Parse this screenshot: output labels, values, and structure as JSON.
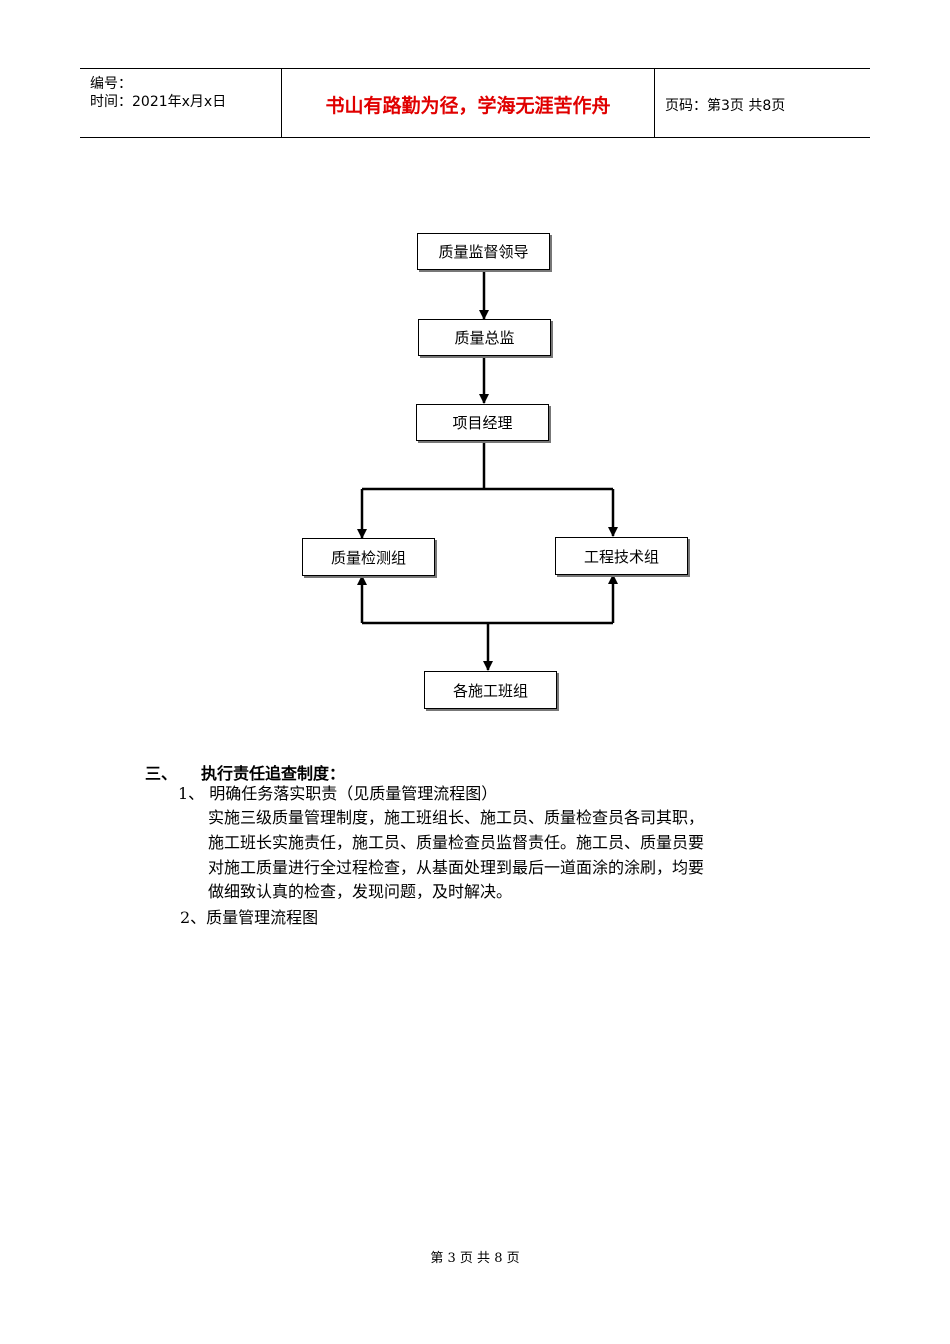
{
  "header": {
    "number_label": "编号：",
    "time_label": "时间：2021年x月x日",
    "motto": "书山有路勤为径，学海无涯苦作舟",
    "page_code": "页码：第3页  共8页"
  },
  "flowchart": {
    "nodes": {
      "leader": "质量监督领导",
      "chief": "质量总监",
      "manager": "项目经理",
      "inspection": "质量检测组",
      "engineering": "工程技术组",
      "crews": "各施工班组"
    }
  },
  "section": {
    "number": "三、",
    "title": "执行责任追查制度：",
    "item1_title": "1、 明确任务落实职责（见质量管理流程图）",
    "paragraph_lines": [
      "实施三级质量管理制度，施工班组长、施工员、质量检查员各司其职，",
      "施工班长实施责任，施工员、质量检查员监督责任。施工员、质量员要",
      "对施工质量进行全过程检查，从基面处理到最后一道面涂的涂刷，均要",
      "做细致认真的检查，发现问题，及时解决。"
    ],
    "item2_title": "2、质量管理流程图"
  },
  "footer": {
    "page_text": "第 3 页 共 8 页"
  }
}
